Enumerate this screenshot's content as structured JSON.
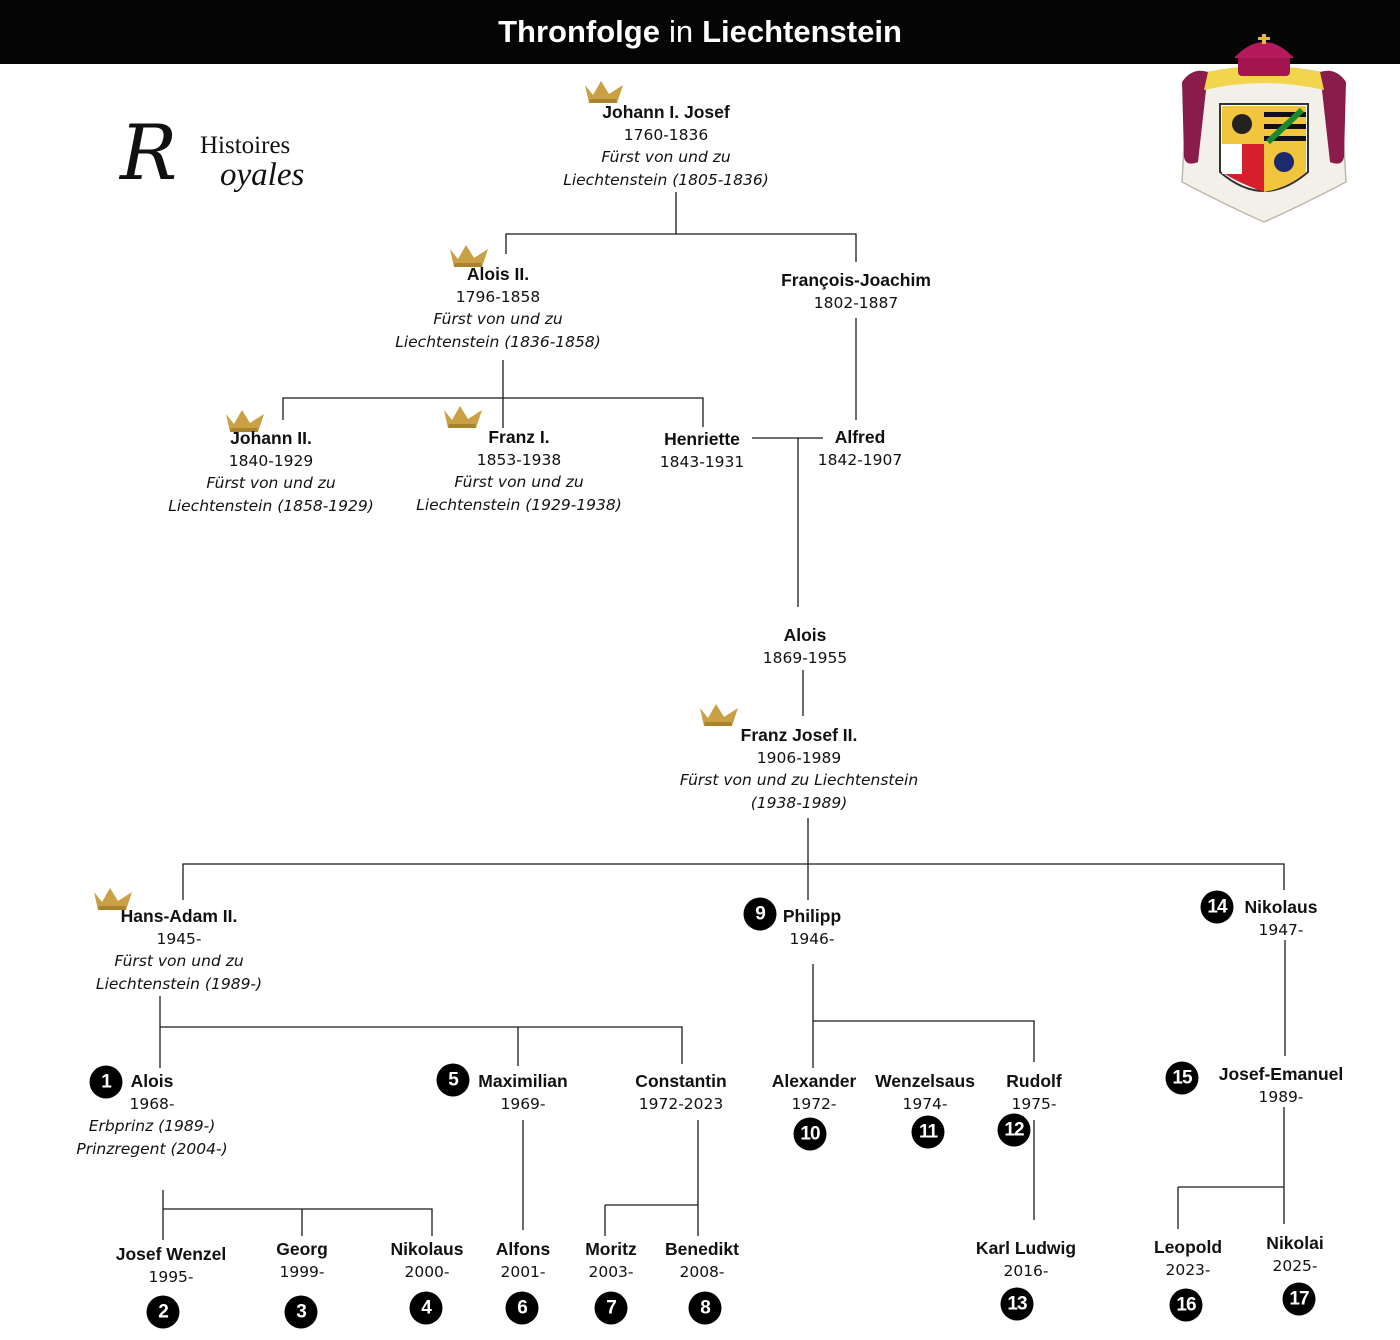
{
  "title": {
    "part1": "Thronfolge",
    "part2": "in",
    "part3": "Liechtenstein"
  },
  "logo": {
    "initial": "R",
    "line1": "Histoires",
    "line2": "oyales"
  },
  "icons": {
    "crown": "crown-icon",
    "coat_of_arms": "coat-of-arms-icon"
  },
  "colors": {
    "header_bg": "#050505",
    "crown_gold": "#c9a043",
    "badge": "#000000"
  },
  "people": {
    "johann1": {
      "name": "Johann I. Josef",
      "years": "1760-1836",
      "title1": "Fürst von und zu",
      "title2": "Liechtenstein (1805-1836)"
    },
    "alois2": {
      "name": "Alois II.",
      "years": "1796-1858",
      "title1": "Fürst von und zu",
      "title2": "Liechtenstein (1836-1858)"
    },
    "francois": {
      "name": "François-Joachim",
      "years": "1802-1887"
    },
    "johann2": {
      "name": "Johann II.",
      "years": "1840-1929",
      "title1": "Fürst von und zu",
      "title2": "Liechtenstein (1858-1929)"
    },
    "franz1": {
      "name": "Franz I.",
      "years": "1853-1938",
      "title1": "Fürst von und zu",
      "title2": "Liechtenstein (1929-1938)"
    },
    "henriette": {
      "name": "Henriette",
      "years": "1843-1931"
    },
    "alfred": {
      "name": "Alfred",
      "years": "1842-1907"
    },
    "alois1869": {
      "name": "Alois",
      "years": "1869-1955"
    },
    "franzjosef2": {
      "name": "Franz Josef II.",
      "years": "1906-1989",
      "title1": "Fürst von und zu Liechtenstein",
      "title2": "(1938-1989)"
    },
    "hansadam": {
      "name": "Hans-Adam II.",
      "years": "1945-",
      "title1": "Fürst von und zu",
      "title2": "Liechtenstein (1989-)"
    },
    "philipp": {
      "name": "Philipp",
      "years": "1946-",
      "badge": "9"
    },
    "nikolaus1947": {
      "name": "Nikolaus",
      "years": "1947-",
      "badge": "14"
    },
    "alois1968": {
      "name": "Alois",
      "years": "1968-",
      "title1": "Erbprinz (1989-)",
      "title2": "Prinzregent (2004-)",
      "badge": "1"
    },
    "maximilian": {
      "name": "Maximilian",
      "years": "1969-",
      "badge": "5"
    },
    "constantin": {
      "name": "Constantin",
      "years": "1972-2023"
    },
    "alexander": {
      "name": "Alexander",
      "years": "1972-",
      "badge": "10"
    },
    "wenzelsaus": {
      "name": "Wenzelsaus",
      "years": "1974-",
      "badge": "11"
    },
    "rudolf": {
      "name": "Rudolf",
      "years": "1975-",
      "badge": "12"
    },
    "josefemanuel": {
      "name": "Josef-Emanuel",
      "years": "1989-",
      "badge": "15"
    },
    "josefwenzel": {
      "name": "Josef Wenzel",
      "years": "1995-",
      "badge": "2"
    },
    "georg": {
      "name": "Georg",
      "years": "1999-",
      "badge": "3"
    },
    "nikolaus2000": {
      "name": "Nikolaus",
      "years": "2000-",
      "badge": "4"
    },
    "alfons": {
      "name": "Alfons",
      "years": "2001-",
      "badge": "6"
    },
    "moritz": {
      "name": "Moritz",
      "years": "2003-",
      "badge": "7"
    },
    "benedikt": {
      "name": "Benedikt",
      "years": "2008-",
      "badge": "8"
    },
    "karlludwig": {
      "name": "Karl Ludwig",
      "years": "2016-",
      "badge": "13"
    },
    "leopold": {
      "name": "Leopold",
      "years": "2023-",
      "badge": "16"
    },
    "nikolai": {
      "name": "Nikolai",
      "years": "2025-",
      "badge": "17"
    }
  }
}
